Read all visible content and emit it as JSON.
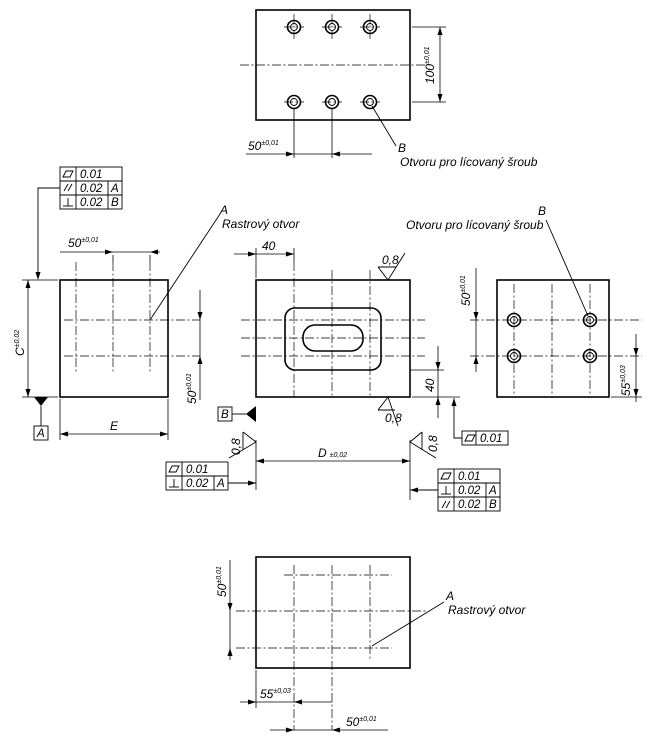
{
  "top_view": {
    "dim_width": "50",
    "dim_width_tol": "±0,01",
    "dim_height": "100",
    "dim_height_tol": "±0,01",
    "callout_letter": "B",
    "callout_text": "Otvoru pro lícovaný šroub"
  },
  "left_view": {
    "dim_top": "50",
    "dim_top_tol": "±0,01",
    "dim_c": "C",
    "dim_c_tol": "±0,02",
    "dim_right": "50",
    "dim_right_tol": "±0,01",
    "dim_e": "E",
    "datum": "A",
    "callout_letter": "A",
    "callout_text": "Rastrový otvor",
    "fcf": [
      {
        "symbol": "flatness",
        "value": "0.01",
        "datum": ""
      },
      {
        "symbol": "parallelism",
        "value": "0.02",
        "datum": "A"
      },
      {
        "symbol": "perpendicularity",
        "value": "0.02",
        "datum": "B"
      }
    ]
  },
  "front_view": {
    "dim_40_top": "40",
    "dim_40_right": "40",
    "roughness_top": "0,8",
    "roughness_bottom": "0,8",
    "roughness_left": "0,8",
    "roughness_right": "0,8",
    "dim_d": "D",
    "dim_d_tol": "±0,02",
    "datum": "B",
    "fcf_right_flat": "0.01",
    "fcf_left": [
      {
        "symbol": "flatness",
        "value": "0.01",
        "datum": ""
      },
      {
        "symbol": "perpendicularity",
        "value": "0.02",
        "datum": "A"
      }
    ],
    "fcf_bottom": [
      {
        "symbol": "flatness",
        "value": "0.01",
        "datum": ""
      },
      {
        "symbol": "perpendicularity",
        "value": "0.02",
        "datum": "A"
      },
      {
        "symbol": "parallelism",
        "value": "0.02",
        "datum": "B"
      }
    ]
  },
  "right_view": {
    "callout_letter": "B",
    "callout_text": "Otvoru pro lícovaný šroub",
    "dim_left": "50",
    "dim_left_tol": "±0,01",
    "dim_right": "55",
    "dim_right_tol": "±0,03"
  },
  "bottom_view": {
    "dim_left": "50",
    "dim_left_tol": "±0,01",
    "dim_55": "55",
    "dim_55_tol": "±0,03",
    "dim_50": "50",
    "dim_50_tol": "±0,01",
    "callout_letter": "A",
    "callout_text": "Rastrový otvor"
  }
}
